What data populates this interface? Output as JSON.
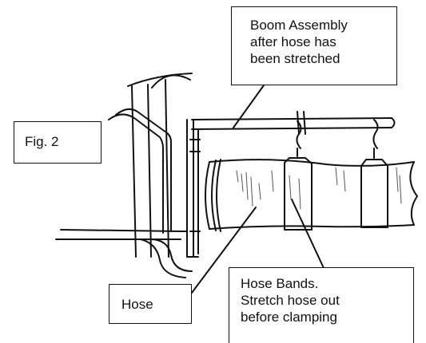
{
  "diagram": {
    "figure_label": "Fig. 2",
    "boom_label": "Boom Assembly\nafter hose has\nbeen stretched",
    "hose_label": "Hose",
    "bands_label": "Hose Bands.\nStretch hose out\nbefore clamping",
    "line_color": "#111111",
    "background_color": "#ffffff"
  }
}
